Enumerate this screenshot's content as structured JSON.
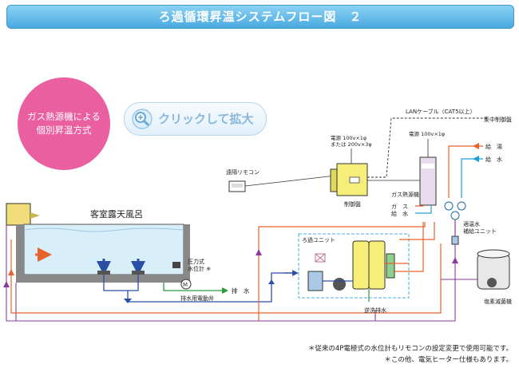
{
  "title": "ろ過循環昇温システムフロー図　２",
  "circle": {
    "line1": "ガス熱源機による",
    "line2": "個別昇温方式"
  },
  "zoom_button": {
    "label": "クリックして拡大"
  },
  "labels": {
    "bath": "客室露天風呂",
    "pressure_gauge": "圧力式\n水位計 ※",
    "drain": "排　水",
    "drain_valve": "排水用電動弁",
    "remote": "遠隔リモコン",
    "control_power": "電源 100v×1φ\nまたは 200v×3φ",
    "control_panel": "制御盤",
    "lan": "LANケーブル（CAT5以上）",
    "central": "集中制御盤",
    "heater_power": "電源 100v×1φ",
    "gas_heater": "ガス熱源機",
    "gas": "ガ　ス",
    "water_supply": "給　水",
    "filter_unit": "ろ過ユニット",
    "backwash": "逆洗排水",
    "hot_water": "給　湯",
    "cold_water": "給　水",
    "supply_unit": "適温水\n補給ユニット",
    "chlorinator": "塩素滅菌機"
  },
  "footnotes": [
    "＊従来の4P電極式の水位計もリモコンの設定変更で使用可能です。",
    "＊この他、電気ヒーター仕様もあります。"
  ],
  "colors": {
    "supply": "#e8622c",
    "return": "#2b4ea7",
    "circuit": "#8a3aa0",
    "water": "#1e9fd9",
    "green": "#2a9a3c"
  }
}
